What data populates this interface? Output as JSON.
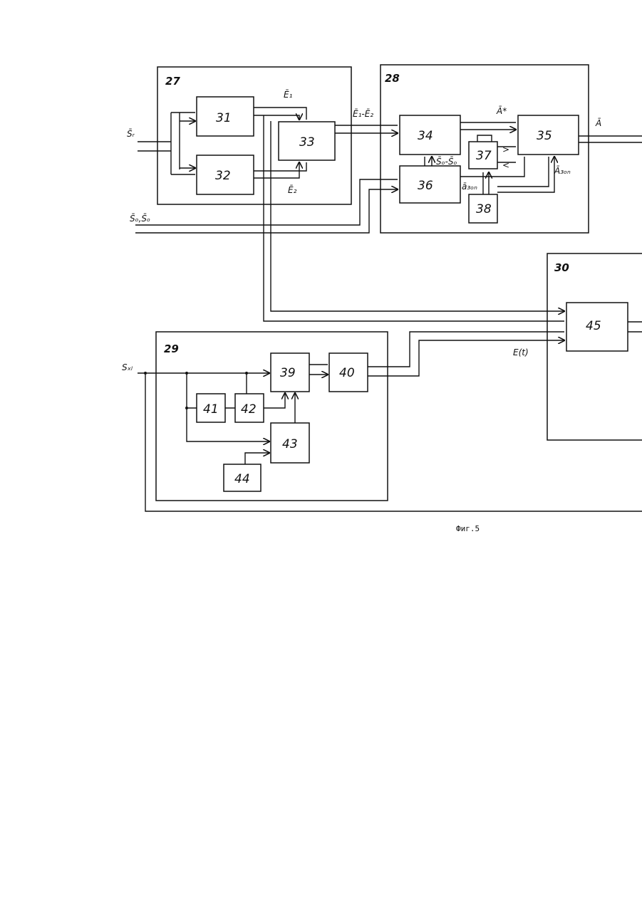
{
  "colors": {
    "ink": "#111111",
    "paper": "#ffffff"
  },
  "groups": {
    "g27": "27",
    "g28": "28",
    "g29": "29",
    "g30": "30"
  },
  "blocks": {
    "b31": "31",
    "b32": "32",
    "b33": "33",
    "b34": "34",
    "b35": "35",
    "b36": "36",
    "b37": "37",
    "b38": "38",
    "b39": "39",
    "b40": "40",
    "b41": "41",
    "b42": "42",
    "b43": "43",
    "b44": "44",
    "b45": "45"
  },
  "signals": {
    "s_input": "S̄ᵣ",
    "s_pair": "S̄ₒ,S̄ₒ",
    "s_lower": "Sₓₗ",
    "e1": "Ē₁",
    "e2": "Ē₂",
    "e_diff": "Ē₁-Ē₂",
    "a_star": "Ā*",
    "a_out": "Ā",
    "s_diff": "S̄ₒ-S̄ₒ",
    "a_dop_left": "ā₃ₒₙ",
    "a_dop_right": "Ā₃ₒₙ",
    "e_t": "E(t)",
    "mark_gt": ">",
    "mark_lt": "<"
  },
  "caption": "Фиг.5"
}
